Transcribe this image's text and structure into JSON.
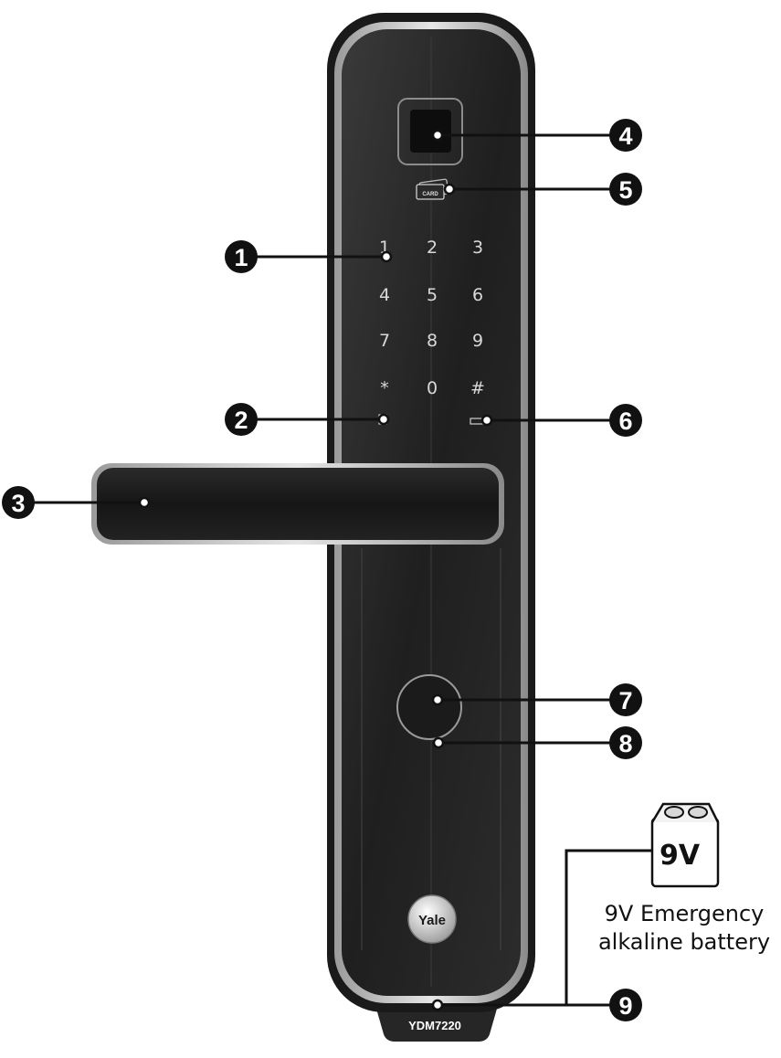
{
  "keypad": {
    "keys": [
      "1",
      "2",
      "3",
      "4",
      "5",
      "6",
      "7",
      "8",
      "9",
      "*",
      "0",
      "#"
    ]
  },
  "callouts": [
    "1",
    "2",
    "3",
    "4",
    "5",
    "6",
    "7",
    "8",
    "9"
  ],
  "card_label": "CARD",
  "brand": "Yale",
  "model": "YDM7220",
  "battery": {
    "label": "9V",
    "caption_line1": "9V Emergency",
    "caption_line2": "alkaline battery"
  }
}
